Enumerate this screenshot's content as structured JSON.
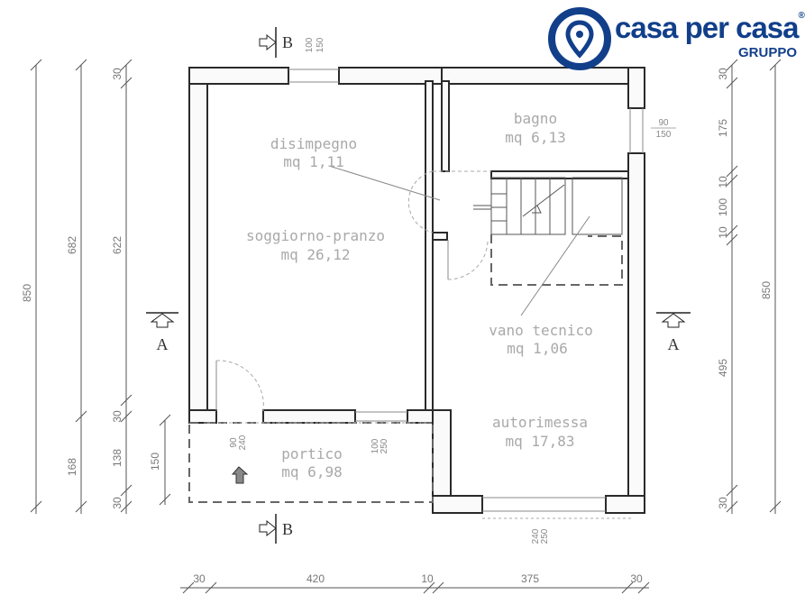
{
  "logo": {
    "brand": "casa per casa",
    "registered": "®",
    "subtitle": "GRUPPO"
  },
  "rooms": {
    "disimpegno": {
      "name": "disimpegno",
      "area": "mq 1,11"
    },
    "soggiorno": {
      "name": "soggiorno-pranzo",
      "area": "mq 26,12"
    },
    "bagno": {
      "name": "bagno",
      "area": "mq 6,13"
    },
    "vano_tecnico": {
      "name": "vano tecnico",
      "area": "mq  1,06"
    },
    "autorimessa": {
      "name": "autorimessa",
      "area": "mq  17,83"
    },
    "portico": {
      "name": "portico",
      "area": "mq 6,98"
    }
  },
  "sections": {
    "a_left": "A",
    "a_right": "A",
    "b_top": "B",
    "b_bottom": "B"
  },
  "openings": {
    "top_window": [
      "100",
      "150"
    ],
    "bagno_window": [
      "90",
      "150"
    ],
    "portico_left": [
      "90",
      "240"
    ],
    "portico_right": [
      "100",
      "250"
    ],
    "garage_door": [
      "240",
      "250"
    ]
  },
  "dims": {
    "left_outer": [
      "850"
    ],
    "left_mid": [
      "682",
      "168"
    ],
    "left_inner": [
      "30",
      "622",
      "30",
      "138",
      "30"
    ],
    "left_portico": [
      "150"
    ],
    "right_inner": [
      "30",
      "175",
      "10",
      "100",
      "10",
      "495",
      "30"
    ],
    "right_outer": [
      "850"
    ],
    "bottom": [
      "30",
      "420",
      "10",
      "375",
      "30"
    ]
  }
}
